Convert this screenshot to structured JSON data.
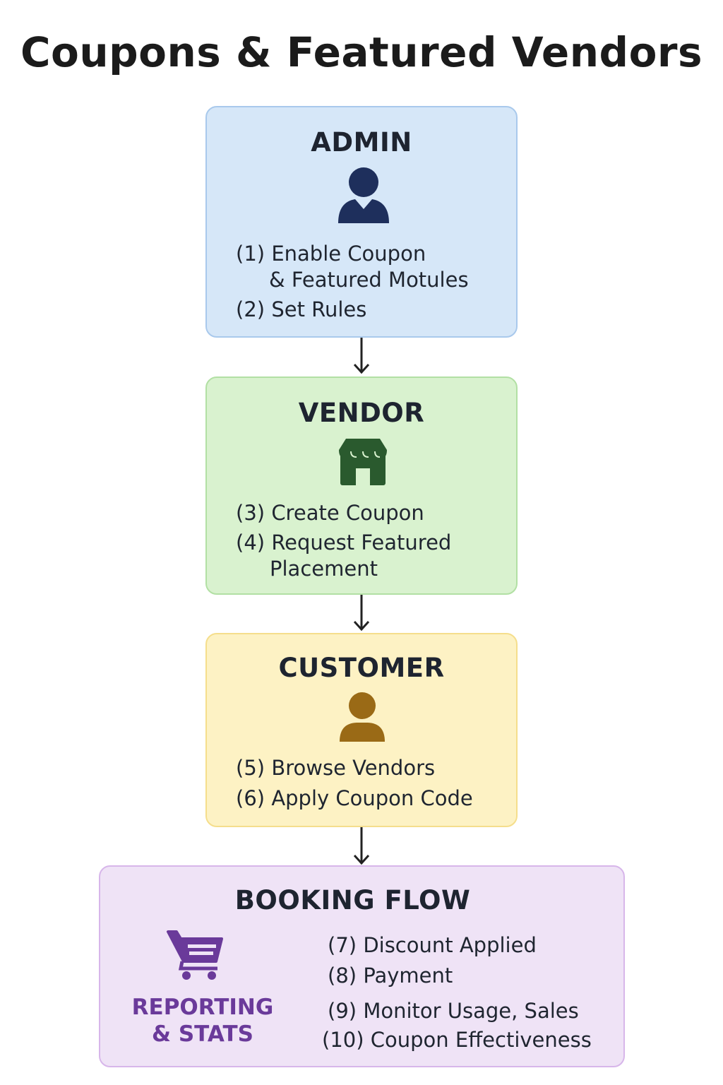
{
  "title": "Coupons & Featured Vendors",
  "admin": {
    "heading": "ADMIN",
    "steps": [
      {
        "num": "(1)",
        "line1": "Enable Coupon",
        "line2": "& Featured Motules"
      },
      {
        "num": "(2)",
        "line1": "Set Rules"
      }
    ]
  },
  "vendor": {
    "heading": "VENDOR",
    "steps": [
      {
        "num": "(3)",
        "line1": "Create Coupon"
      },
      {
        "num": "(4)",
        "line1": "Request Featured",
        "line2": "Placement"
      }
    ]
  },
  "customer": {
    "heading": "CUSTOMER",
    "steps": [
      {
        "num": "(5)",
        "line1": "Browse Vendors"
      },
      {
        "num": "(6)",
        "line1": "Apply Coupon Code"
      }
    ]
  },
  "booking": {
    "heading": "BOOKING FLOW",
    "reporting_line1": "REPORTING",
    "reporting_line2": "& STATS",
    "steps": [
      {
        "num": "(7)",
        "line1": "Discount Applied"
      },
      {
        "num": "(8)",
        "line1": "Payment"
      },
      {
        "num": "(9)",
        "line1": "Monitor Usage, Sales"
      },
      {
        "num": "(10)",
        "line1": "Coupon Effectiveness"
      }
    ]
  },
  "colors": {
    "admin_icon": "#1e2f5c",
    "vendor_icon": "#2a5a2e",
    "customer_icon": "#9a6a16",
    "cart_icon": "#6a3a9a"
  }
}
